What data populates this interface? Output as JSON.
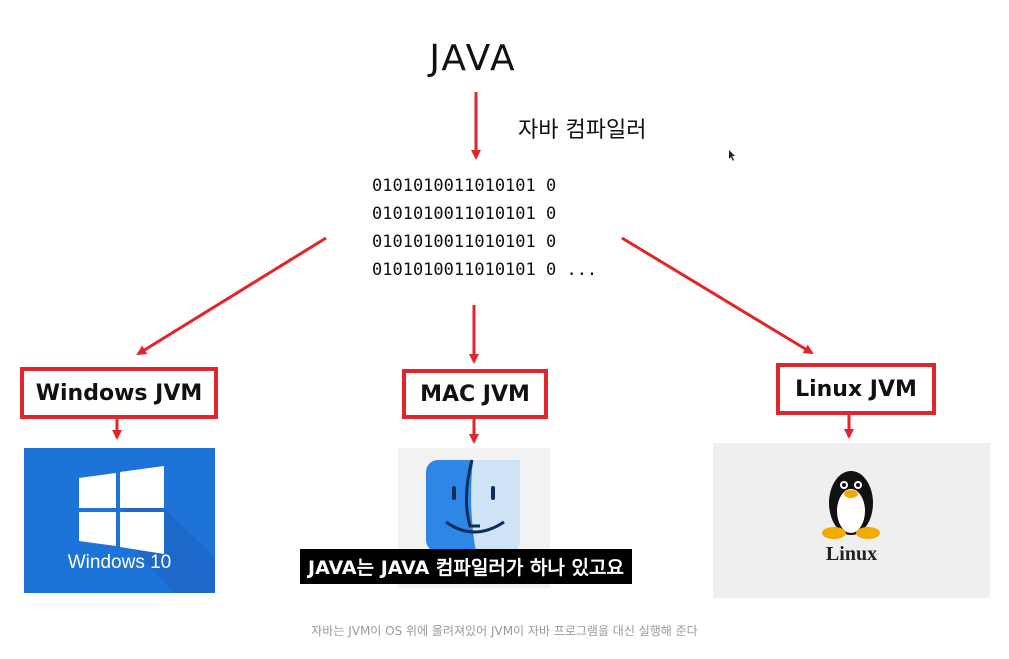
{
  "diagram": {
    "title": "JAVA",
    "compiler_label": "자바 컴파일러",
    "binary_lines": [
      "0101010011010101 0",
      "0101010011010101 0",
      "0101010011010101 0",
      "0101010011010101 0 ..."
    ],
    "jvm_boxes": {
      "windows": "Windows JVM",
      "mac": "MAC JVM",
      "linux": "Linux JVM"
    },
    "logos": {
      "windows_text": "Windows 10",
      "linux_text": "Linux",
      "windows_icon": "windows-logo",
      "mac_icon": "mac-finder-logo",
      "linux_icon": "tux-penguin-logo"
    }
  },
  "subtitle": "JAVA는 JAVA 컴파일러가 하나 있고요",
  "caption": "자바는 JVM이 OS 위에 올려져있어 JVM이 자바 프로그램을 대신 실행해 준다",
  "colors": {
    "arrow": "#e0262a",
    "windows_blue": "#1e73d8"
  }
}
